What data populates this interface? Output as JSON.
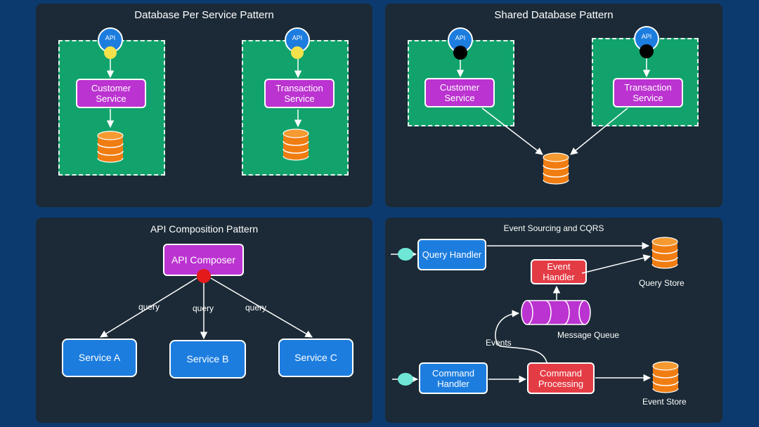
{
  "colors": {
    "background": "#0d3a6e",
    "panel": "#1b2a36",
    "zone": "#11a36b",
    "service_purple": "#bb33d0",
    "service_blue": "#1c7ddf",
    "service_red": "#e43c45",
    "database_orange": "#f07d12",
    "api_dot_yellow": "#f5e14a",
    "composer_dot_red": "#e41a1a",
    "entry_dot_teal": "#6ee7d6"
  },
  "panels": {
    "db_per_service": {
      "title": "Database Per Service Pattern",
      "api_label": "API",
      "left_service": "Customer Service",
      "right_service": "Transaction Service"
    },
    "shared_db": {
      "title": "Shared Database Pattern",
      "api_label": "API",
      "left_service": "Customer Service",
      "right_service": "Transaction Service"
    },
    "api_composition": {
      "title": "API Composition Pattern",
      "composer": "API Composer",
      "edge_label": "query",
      "services": [
        "Service A",
        "Service B",
        "Service C"
      ]
    },
    "event_sourcing": {
      "title": "Event Sourcing and CQRS",
      "query_handler": "Query Handler",
      "event_handler": "Event Handler",
      "query_store": "Query Store",
      "message_queue": "Message Queue",
      "events_label": "Events",
      "command_handler": "Command Handler",
      "command_processing": "Command Processing",
      "event_store": "Event Store"
    }
  }
}
